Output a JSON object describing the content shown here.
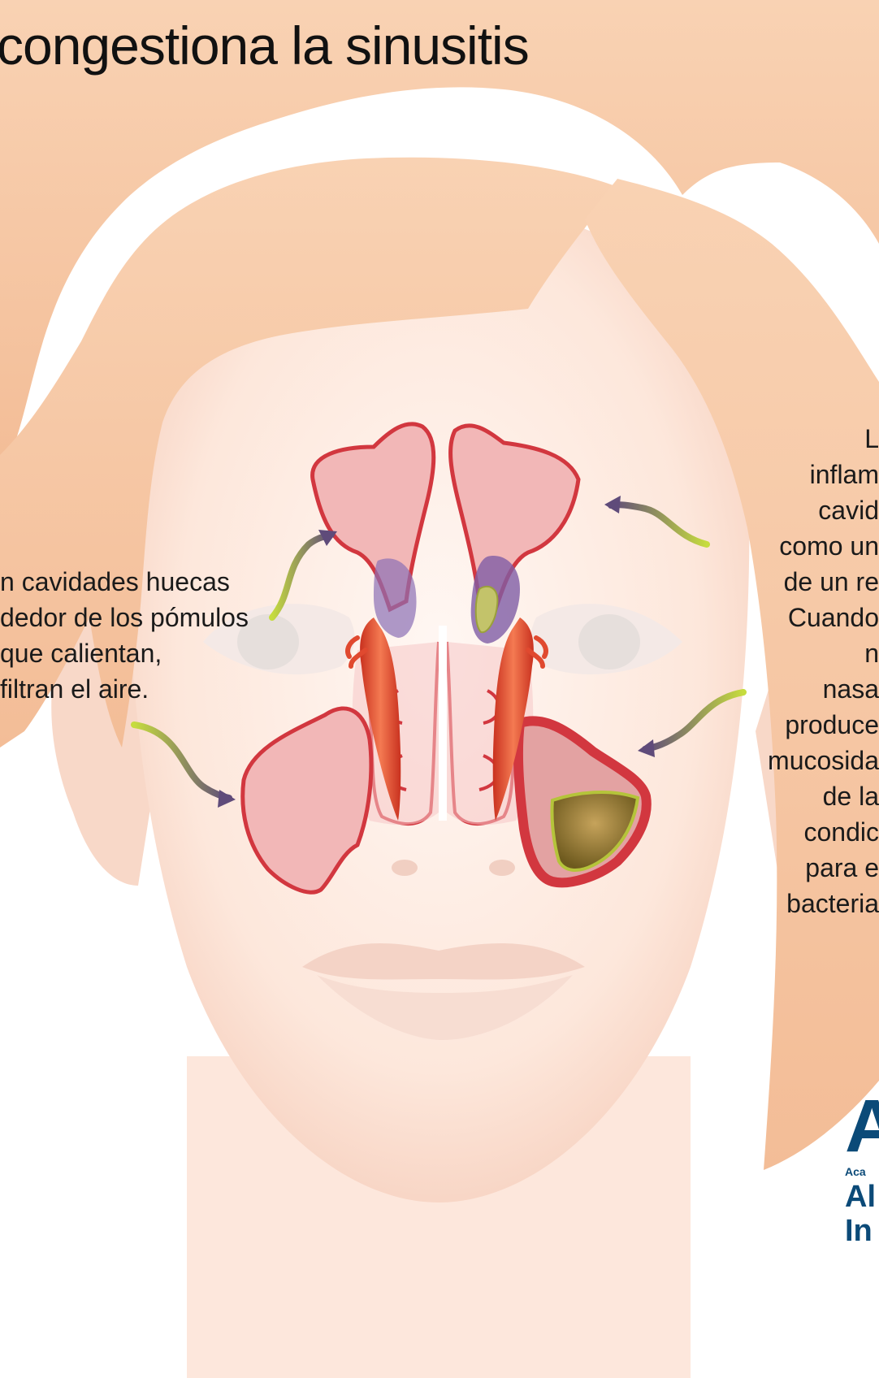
{
  "title": "congestiona la sinusitis",
  "left_caption": {
    "lines": [
      "n cavidades huecas",
      "dedor de los pómulos",
      "que calientan,",
      " filtran el aire."
    ]
  },
  "right_caption": {
    "lines": [
      "L",
      "inflam",
      "cavid",
      "como un",
      "de un re",
      "Cuando ",
      "n",
      "nasa",
      "produce",
      "mucosida",
      "de la ",
      "condic",
      "para e",
      "bacteria"
    ]
  },
  "logo": {
    "letter": "A",
    "line1": "Aca",
    "line2": "Al",
    "line3": "In"
  },
  "colors": {
    "hair": "#f6c7a3",
    "skin": "#fde8dd",
    "sinus_fill": "#f2b7b7",
    "sinus_stroke": "#d2373f",
    "vessel": "#e0492f",
    "inflamed_mucus": "#9a7b3f",
    "arrow_start": "#b8cf3b",
    "arrow_end": "#5f4b7a",
    "purple_sinus": "#7f5ca5",
    "logo_blue": "#0b4a78"
  },
  "icons": [
    "arrow-upper-left-icon",
    "arrow-upper-right-icon",
    "arrow-lower-left-icon",
    "arrow-lower-right-icon"
  ]
}
